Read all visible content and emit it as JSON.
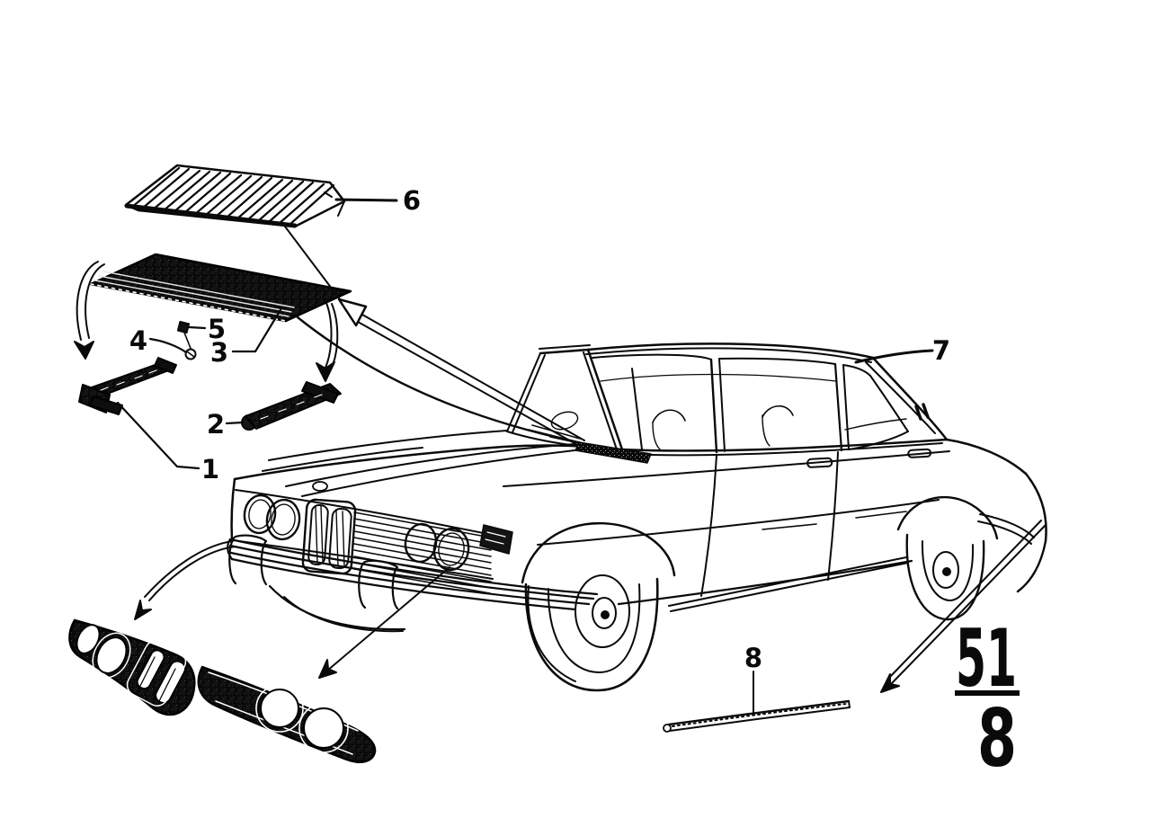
{
  "document": {
    "type": "exploded-parts-diagram",
    "background_color": "#ffffff",
    "ink_color": "#0a0a0a"
  },
  "callouts": [
    {
      "label": "1"
    },
    {
      "label": "2"
    },
    {
      "label": "3"
    },
    {
      "label": "4"
    },
    {
      "label": "5"
    },
    {
      "label": "6"
    },
    {
      "label": "7"
    },
    {
      "label": "8"
    }
  ],
  "section_badge": {
    "group": "51",
    "page": "8"
  }
}
